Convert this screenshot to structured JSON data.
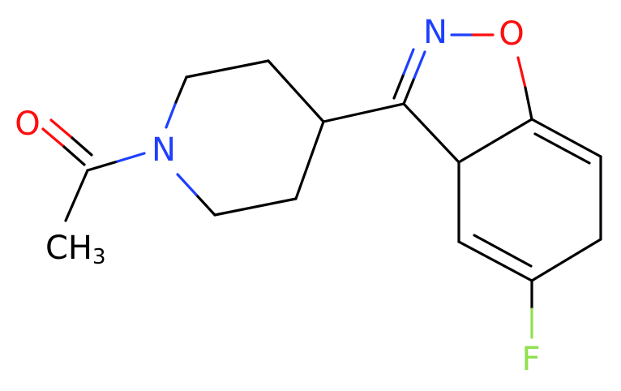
{
  "molecule": {
    "atoms": {
      "carbonyl_oxygen": "O",
      "piperidine_nitrogen": "N",
      "isoxazole_nitrogen": "N",
      "isoxazole_oxygen": "O",
      "fluorine": "F",
      "methyl_main": "CH",
      "methyl_sub": "3"
    },
    "colors": {
      "carbon": "#000000",
      "nitrogen": "#1f3fff",
      "oxygen": "#ff0d0d",
      "fluorine": "#90e050"
    }
  }
}
